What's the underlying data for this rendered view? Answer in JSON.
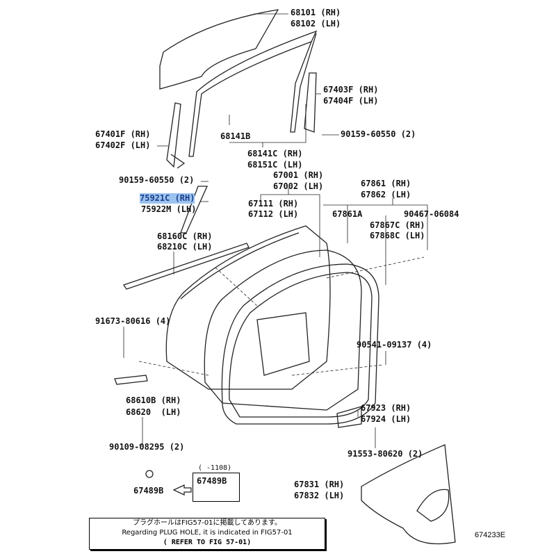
{
  "labels": {
    "l68101": "68101 (RH)",
    "l68102": "68102 (LH)",
    "l67403f": "67403F (RH)",
    "l67404f": "67404F (LH)",
    "l90159a": "90159-60550 (2)",
    "l67401f": "67401F (RH)",
    "l67402f": "67402F (LH)",
    "l68141b": "68141B",
    "l68141c": "68141C (RH)",
    "l68151c": "68151C (LH)",
    "l67001": "67001 (RH)",
    "l67002": "67002 (LH)",
    "l90159b": "90159-60550 (2)",
    "l75921c": "75921C (RH)",
    "l75922m": "75922M (LH)",
    "l67111": "67111 (RH)",
    "l67112": "67112 (LH)",
    "l67861": "67861 (RH)",
    "l67862": "67862 (LH)",
    "l67861a": "67861A",
    "l90467": "90467-06084",
    "l67867c": "67867C (RH)",
    "l67868c": "67868C (LH)",
    "l68160c": "68160C (RH)",
    "l68210c": "68210C (LH)",
    "l91673": "91673-80616 (4)",
    "l90541": "90541-09137 (4)",
    "l68610b": "68610B (RH)",
    "l68620": "68620  (LH)",
    "l67923": "67923 (RH)",
    "l67924": "67924 (LH)",
    "l90109": "90109-08295 (2)",
    "l91553": "91553-80620 (2)",
    "l1108": "( -1108)",
    "l67489b_inset": "67489B",
    "l67489b": "67489B",
    "l67831": "67831 (RH)",
    "l67832": "67832 (LH)"
  },
  "note": {
    "line1": "プラグホールはFIG57-01に掲載してあります。",
    "line2": "Regarding PLUG HOLE, it is indicated in FIG57-01",
    "line3": "( REFER TO FIG 57-01)"
  },
  "figure_id": "674233E",
  "highlight_color": "#9cc3f0"
}
